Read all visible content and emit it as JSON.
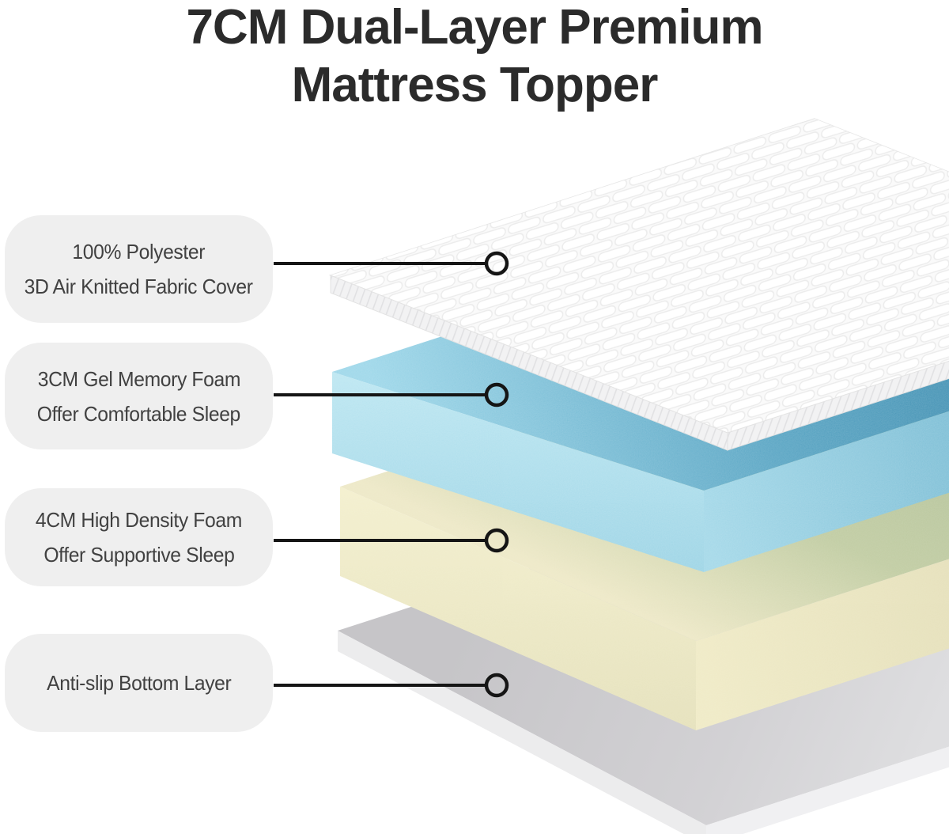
{
  "title": {
    "line1": "7CM Dual-Layer Premium",
    "line2": "Mattress Topper"
  },
  "callouts": [
    {
      "id": "fabric-cover",
      "lines": [
        "100% Polyester",
        "3D Air Knitted Fabric Cover"
      ]
    },
    {
      "id": "gel-memory-foam",
      "lines": [
        "3CM Gel Memory Foam",
        "Offer Comfortable Sleep"
      ]
    },
    {
      "id": "high-density-foam",
      "lines": [
        "4CM High Density Foam",
        "Offer Supportive Sleep"
      ]
    },
    {
      "id": "anti-slip-bottom",
      "lines": [
        "Anti-slip Bottom Layer"
      ]
    }
  ],
  "layers": [
    {
      "name": "3D air knitted fabric cover",
      "color": "#f9f9f9"
    },
    {
      "name": "Gel memory foam",
      "color": "#5ba6c4"
    },
    {
      "name": "High density foam",
      "color": "#cbd3a6"
    },
    {
      "name": "Anti-slip bottom layer",
      "color": "#cfced2"
    }
  ],
  "style": {
    "background": "#ffffff",
    "callout_bg": "#efefef",
    "callout_text": "#414141",
    "title_color": "#2b2b2b",
    "leader_line_color": "#151515"
  }
}
